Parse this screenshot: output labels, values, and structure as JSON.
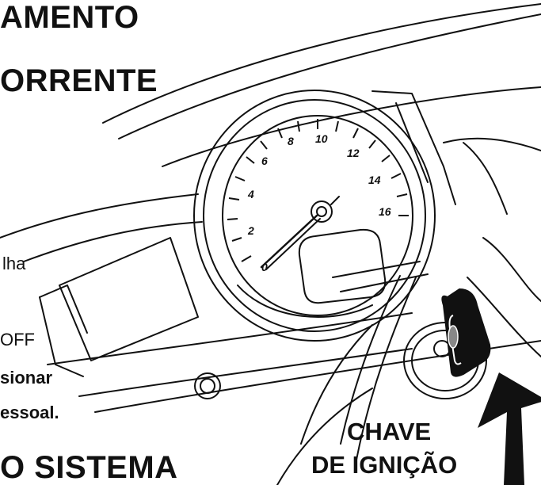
{
  "heading": {
    "line1": "AMENTO",
    "line2": "ORRENTE",
    "line3": "O SISTEMA"
  },
  "body_text": {
    "fragment_lha": "lha",
    "fragment_off": "OFF",
    "fragment_sionar": "sionar",
    "fragment_essoal": "essoal."
  },
  "tachometer": {
    "scale_labels": [
      "0",
      "2",
      "4",
      "6",
      "8",
      "10",
      "12",
      "14",
      "16"
    ]
  },
  "callout": {
    "line1": "CHAVE",
    "line2": "DE IGNIÇÃO"
  },
  "icons": {
    "ignition_key": "ignition-key-icon",
    "arrow": "pointer-arrow-icon"
  },
  "colors": {
    "ink": "#111111",
    "paper": "#ffffff"
  }
}
